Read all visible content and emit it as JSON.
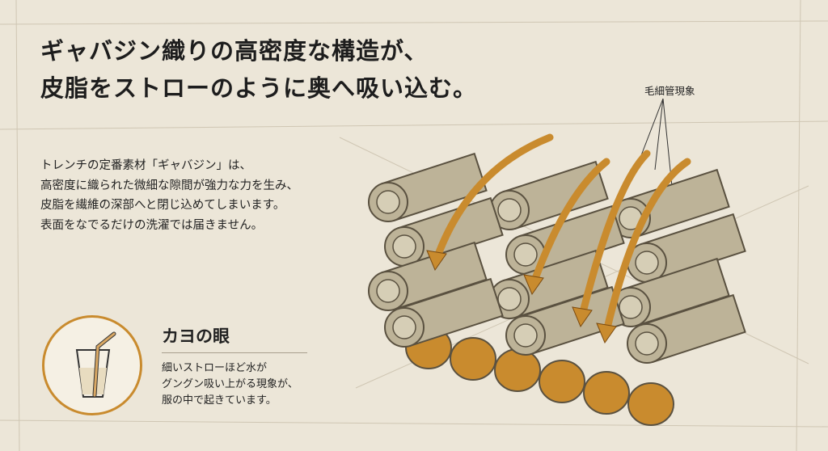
{
  "title": {
    "line1": "ギャバジン織りの高密度な構造が、",
    "line2": "皮脂をストローのように奥へ吸い込む。"
  },
  "body": {
    "lines": [
      "トレンチの定番素材「ギャバジン」は、",
      "高密度に織られた微細な隙間が強力な力を生み、",
      "皮脂を繊維の深部へと閉じ込めてしまいます。",
      "表面をなでるだけの洗濯では届きません。"
    ]
  },
  "eye": {
    "heading": "カヨの眼",
    "lines": [
      "細いストローほど水が",
      "グングン吸い上がる現象が、",
      "服の中で起きています。"
    ]
  },
  "diagram": {
    "label": "毛細管現象"
  },
  "colors": {
    "background": "#ece6d8",
    "accent": "#c98b2e",
    "fiber": "#bdb398",
    "fiber_dark": "#5a5140"
  }
}
